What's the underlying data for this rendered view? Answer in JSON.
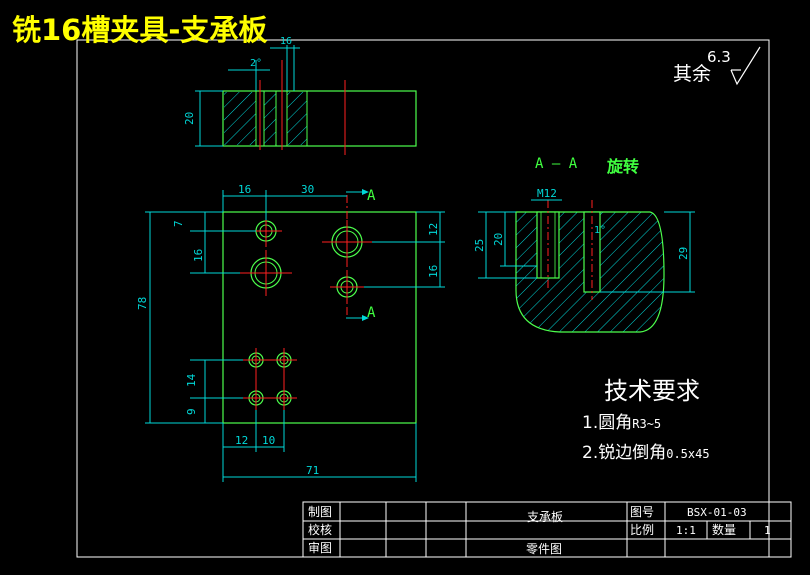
{
  "title": "铣16槽夹具-支承板",
  "surface_note": {
    "prefix": "其余",
    "roughness": "6.3"
  },
  "top_view": {
    "dim_height": "20",
    "dim_angle": "2°",
    "dim_slot": "16"
  },
  "front_view": {
    "dims": {
      "d16": "16",
      "d30": "30",
      "d7": "7",
      "d16_left": "16",
      "d78": "78",
      "d12_right": "12",
      "d16_right": "16",
      "d14": "14",
      "d9": "9",
      "d12_bottom": "12",
      "d10": "10",
      "d71": "71"
    },
    "section_mark_top": "A",
    "section_mark_bottom": "A"
  },
  "section_view": {
    "title": "A — A",
    "rotation_note": "旋转",
    "dims": {
      "m12": "M12",
      "d25": "25",
      "d20": "20",
      "d29": "29",
      "angle": "1°"
    }
  },
  "requirements": {
    "heading": "技术要求",
    "items": [
      {
        "main": "1.圆角",
        "small": "R3~5"
      },
      {
        "main": "2.锐边倒角",
        "small": "0.5x45"
      }
    ]
  },
  "title_block": {
    "row_labels": [
      "制图",
      "校核",
      "审图"
    ],
    "part_name": "支承板",
    "drawing_type": "零件图",
    "drawing_no_label": "图号",
    "drawing_no": "BSX-01-03",
    "scale_label": "比例",
    "scale": "1:1",
    "qty_label": "数量",
    "qty": "1"
  },
  "colors": {
    "background": "#000000",
    "outline": "#4cff4c",
    "dimension": "#00d8d8",
    "centerline": "#ff2020",
    "title_text": "#ffff00",
    "label_green": "#40ff40",
    "text_white": "#ffffff"
  }
}
